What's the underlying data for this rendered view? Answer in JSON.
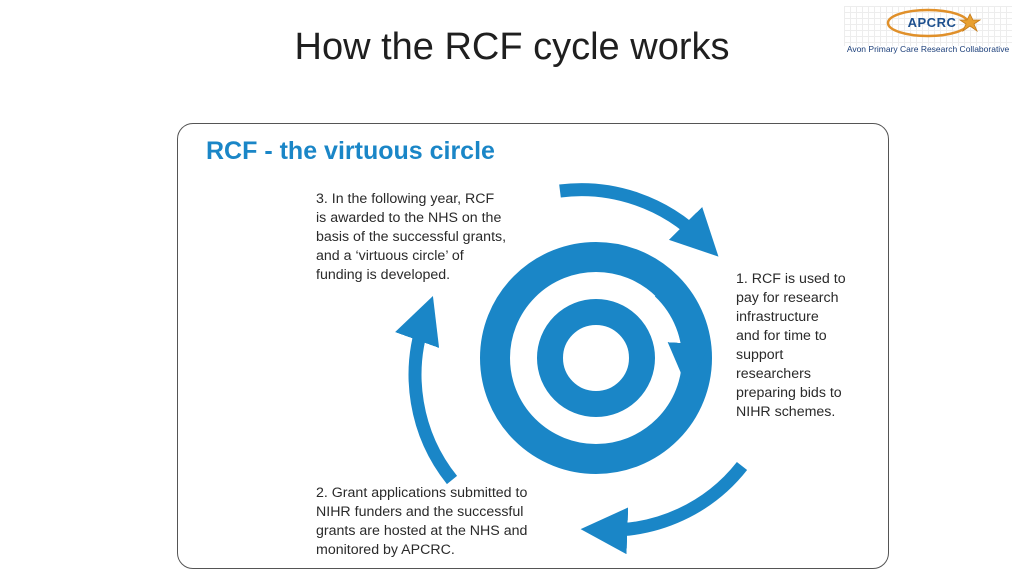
{
  "slide": {
    "title": "How the RCF cycle works"
  },
  "logo": {
    "text": "APCRC",
    "tagline": "Avon Primary Care Research Collaborative"
  },
  "diagram": {
    "heading": "RCF - the virtuous circle",
    "steps": [
      {
        "text": "3. In the following year, RCF\nis awarded to the NHS on the\nbasis of the successful grants,\nand a ‘virtuous circle’ of\nfunding is developed."
      },
      {
        "text": "1. RCF is used to\npay for research\ninfrastructure\nand for time to\nsupport\nresearchers\npreparing bids to\nNIHR schemes."
      },
      {
        "text": "2. Grant applications submitted to\nNIHR funders and the successful\ngrants are hosted at the NHS and\nmonitored by APCRC."
      }
    ],
    "colors": {
      "accent": "#1a86c7",
      "text": "#2a2a2a",
      "border": "#555555"
    }
  }
}
